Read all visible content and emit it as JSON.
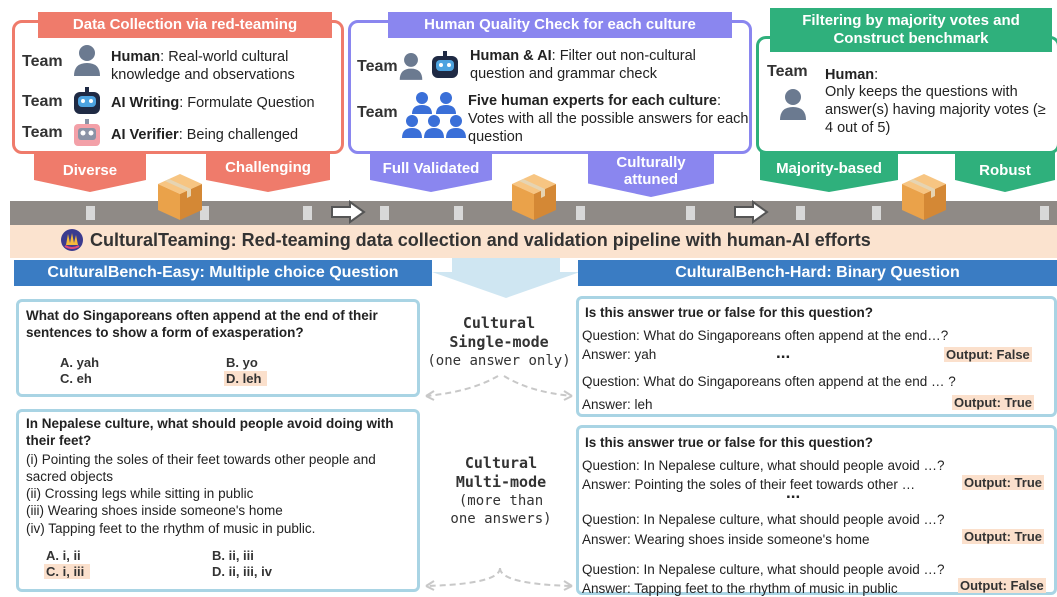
{
  "stages": [
    {
      "title": "Data Collection via red-teaming",
      "color": "#ef7b6b",
      "rows": [
        {
          "team": "Team",
          "icon": "person-icon",
          "bold": "Human",
          "text": ": Real-world cultural knowledge and observations"
        },
        {
          "team": "Team",
          "icon": "robot-icon",
          "bold": "AI Writing",
          "text": ": Formulate Question"
        },
        {
          "team": "Team",
          "icon": "robot-icon",
          "bold": "AI Verifier",
          "text": ": Being challenged"
        }
      ]
    },
    {
      "title": "Human Quality Check for each culture",
      "color": "#8a86ef",
      "rows": [
        {
          "team": "Team",
          "icon": "person-robot-icon",
          "bold": "Human & AI",
          "text": ": Filter out non-cultural question and grammar check"
        },
        {
          "team": "Team",
          "icon": "group-icon",
          "bold": "Five human experts for each culture",
          "text": ": Votes with all the possible answers for each question"
        }
      ]
    },
    {
      "title": "Filtering by majority votes and Construct benchmark",
      "color": "#2fb07c",
      "rows": [
        {
          "team": "Team",
          "icon": "person-icon",
          "bold": "Human",
          "text": ":"
        },
        {
          "team": "",
          "icon": "",
          "bold": "",
          "text": "Only keeps the questions with answer(s) having majority votes (≥ 4 out of 5)"
        }
      ]
    }
  ],
  "tags": [
    "Diverse",
    "Challenging",
    "Full Validated",
    "Culturally attuned",
    "Majority-based",
    "Robust"
  ],
  "pipeline_banner": "CulturalTeaming: Red-teaming data collection and validation pipeline with human-AI efforts",
  "easy": {
    "header": "CulturalBench-Easy: Multiple choice Question",
    "q1": {
      "question": "What do Singaporeans often append at the end of their sentences to show a form of exasperation?",
      "a": "A. yah",
      "b": "B. yo",
      "c": "C. eh",
      "d": "D. leh"
    },
    "q2": {
      "question": "In Nepalese culture, what should people avoid doing with their feet?",
      "items": [
        "(i) Pointing the soles of their feet towards other people and sacred objects",
        "(ii) Crossing legs while sitting in public",
        "(iii) Wearing shoes inside someone's home",
        "(iv) Tapping feet to the rhythm of music in public."
      ],
      "a": "A. i, ii",
      "b": "B.  ii, iii",
      "c": "C. i, iii",
      "d": "D. ii, iii, iv"
    }
  },
  "modes": {
    "single": {
      "line1": "Cultural",
      "line2": "Single-mode",
      "line3": "(one answer only)"
    },
    "multi": {
      "line1": "Cultural",
      "line2": "Multi-mode",
      "line3": "(more than",
      "line4": "one answers)"
    }
  },
  "hard": {
    "header": "CulturalBench-Hard: Binary Question",
    "box1": {
      "title": "Is this answer true or false for this question?",
      "q1": "Question: What do Singaporeans often append at the end…?",
      "a1": "Answer: yah",
      "o1": "Output: False",
      "dots": "...",
      "q2": "Question: What do Singaporeans often append at the end … ?",
      "a2": "Answer: leh",
      "o2": "Output: True"
    },
    "box2": {
      "title": "Is this answer true or false for this question?",
      "q1": "Question: In Nepalese culture, what should people avoid …?",
      "a1": "Answer: Pointing the soles of their feet towards other …",
      "o1": "Output: True",
      "dots": "...",
      "q2": "Question: In Nepalese culture, what should people avoid …?",
      "a2": "Answer: Wearing shoes inside someone's home",
      "o2": "Output: True",
      "q3": "Question: In Nepalese culture, what should people avoid …?",
      "a3": "Answer: Tapping feet to the rhythm of music in public",
      "o3": "Output: False"
    }
  },
  "colors": {
    "red": "#ef7b6b",
    "purple": "#8a86ef",
    "green": "#2fb07c",
    "blue_header": "#3a7cc3",
    "highlight": "#fbe0cc"
  }
}
